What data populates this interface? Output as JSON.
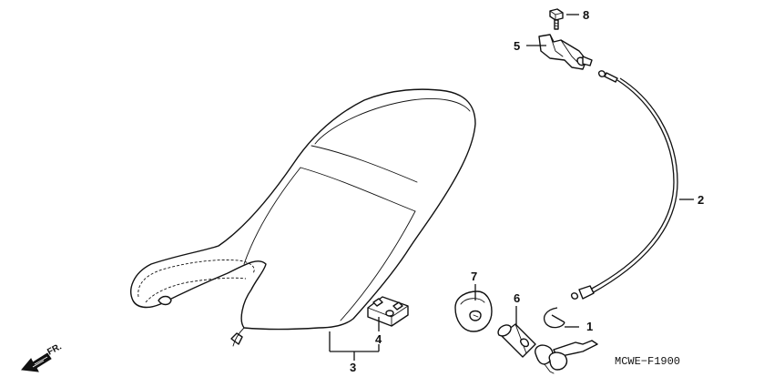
{
  "diagram": {
    "code": "MCWE−F1900",
    "front_label": "FR.",
    "callouts": [
      {
        "id": "1",
        "text": "1"
      },
      {
        "id": "2",
        "text": "2"
      },
      {
        "id": "3",
        "text": "3"
      },
      {
        "id": "4",
        "text": "4"
      },
      {
        "id": "5",
        "text": "5"
      },
      {
        "id": "6",
        "text": "6"
      },
      {
        "id": "7",
        "text": "7"
      },
      {
        "id": "8",
        "text": "8"
      }
    ]
  }
}
